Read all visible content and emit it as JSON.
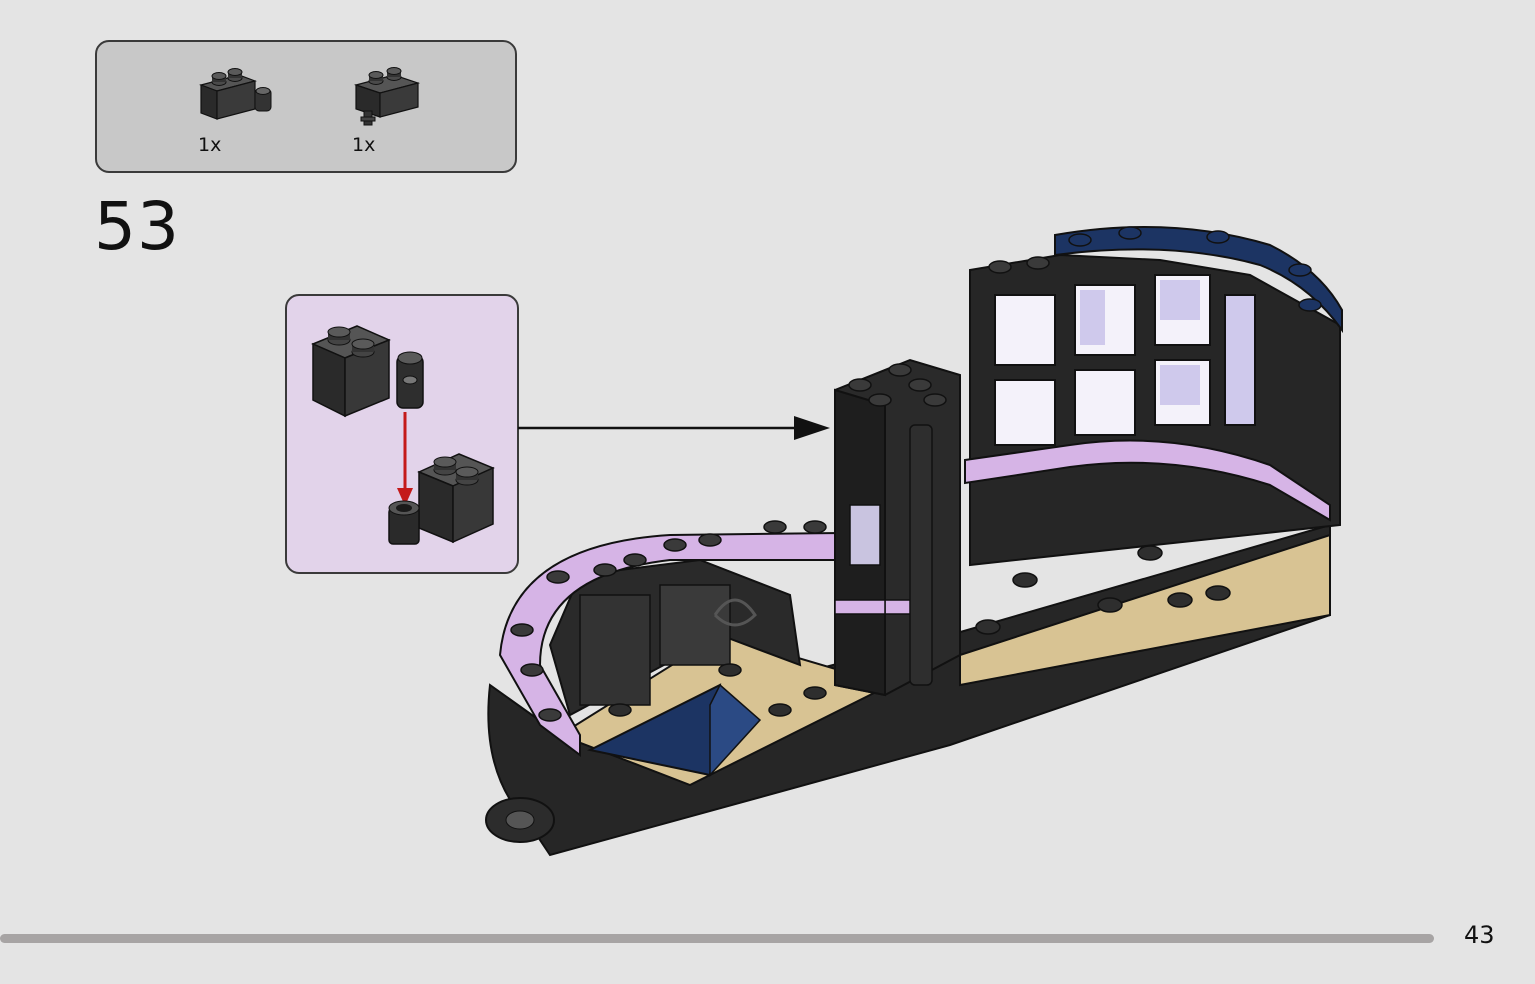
{
  "parts_list": {
    "items": [
      {
        "icon": "brick-with-clip-icon",
        "quantity": "1x"
      },
      {
        "icon": "brick-with-pin-icon",
        "quantity": "1x"
      }
    ]
  },
  "step": {
    "number": "53"
  },
  "callout": {
    "icon": "sub-assembly-icon"
  },
  "page": {
    "number": "43"
  },
  "colors": {
    "background": "#e4e4e4",
    "parts_box": "#c8c8c8",
    "callout_box": "#e2d3ea",
    "brick_black": "#2a2a2a",
    "tan": "#d8c393",
    "lavender": "#d6b4e6",
    "dark_blue": "#1c3463",
    "arrow_red": "#c41a1a",
    "progress_bar": "#a7a4a4"
  }
}
